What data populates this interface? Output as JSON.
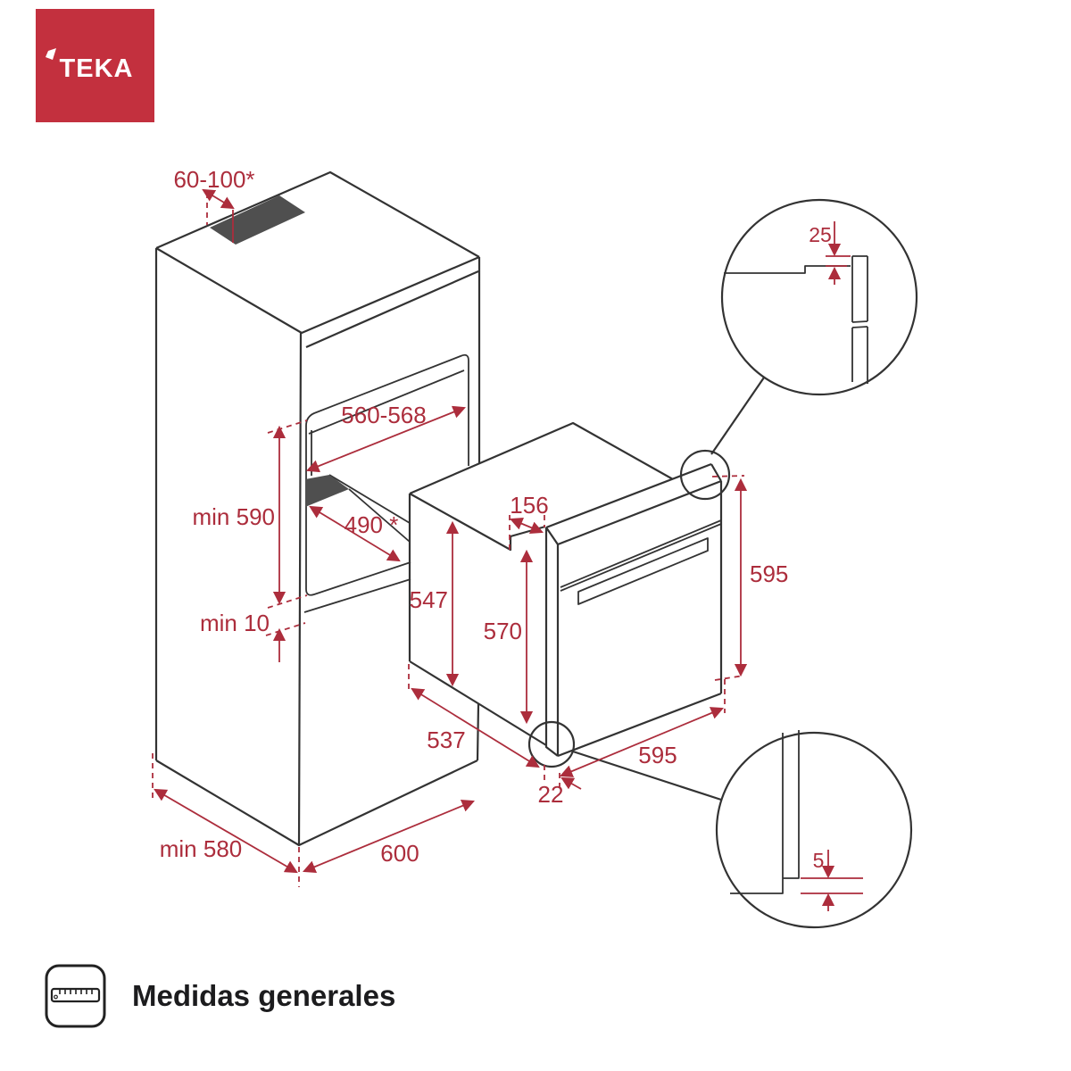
{
  "logo": {
    "brand": "TEKA"
  },
  "footer": {
    "caption": "Medidas generales",
    "icon": "ruler-icon"
  },
  "colors": {
    "brand_red": "#c3303e",
    "dimension_red": "#ac2d3c",
    "line_color": "#333333",
    "shade_fill": "#4f4f4f"
  },
  "drawing": {
    "type": "technical-drawing",
    "subject": "Built-in oven installation dimensions",
    "units": "mm",
    "dimensions": {
      "vent_width": "60-100*",
      "niche_width": "560-568",
      "niche_height": "min 590",
      "shelf_depth": "490 *",
      "bottom_clearance": "min 10",
      "body_height": "547",
      "inner_height": "570",
      "top_recess": "156",
      "front_height": "595",
      "front_width": "595",
      "body_depth": "537",
      "front_overhang": "22",
      "cabinet_depth": "min 580",
      "cabinet_width": "600",
      "detail_top_protrusion": "25",
      "detail_bottom_protrusion": "5"
    }
  }
}
